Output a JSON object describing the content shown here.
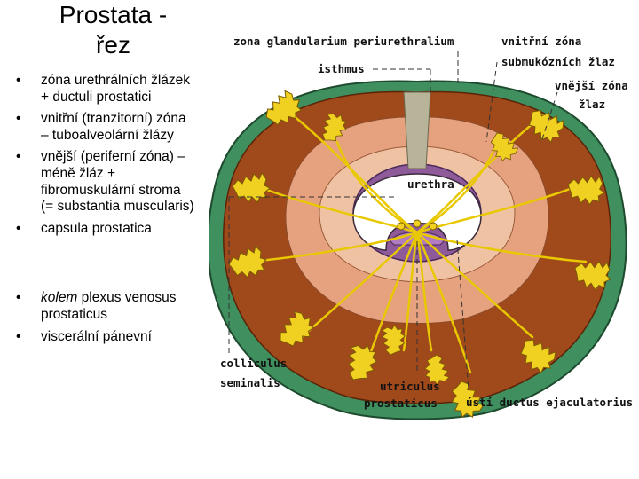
{
  "title_line1": "Prostata -",
  "title_line2": "řez",
  "bullets": [
    "zóna urethrálních žlázek + ductuli prostatici",
    "vnitřní (tranzitorní) zóna – tuboalveolární žlázy",
    "vnější (periferní zóna) – méně žláz + fibromuskulární stroma (= substantia muscularis)",
    "capsula prostatica"
  ],
  "bullet_kolem_em": "kolem",
  "bullet_kolem_rest": " plexus venosus prostaticus",
  "bullet_last": "viscerální pánevní",
  "labels": {
    "zona_glandularium": "zona glandularium periurethralium",
    "isthmus": "isthmus",
    "vnitrni_line1": "vnitřní zóna",
    "vnitrni_line2": "submukózních žlaz",
    "vnejsi_line1": "vnější zóna",
    "vnejsi_line2": "žlaz",
    "urethra": "urethra",
    "colliculus_line1": "colliculus",
    "colliculus_line2": "seminalis",
    "utriculus_line1": "utriculus",
    "utriculus_line2": "prostaticus",
    "usti": "ústí ductus ejaculatorius"
  },
  "colors": {
    "capsule": "#3f8f5f",
    "outer_zone": "#a04a1c",
    "inner_zone": "#e6a27e",
    "submucosal": "#f0c2a4",
    "periurethral": "#8e5a9a",
    "urethra": "#ffffff",
    "glands": "#f0d020",
    "isthmus": "#b8b49a"
  }
}
